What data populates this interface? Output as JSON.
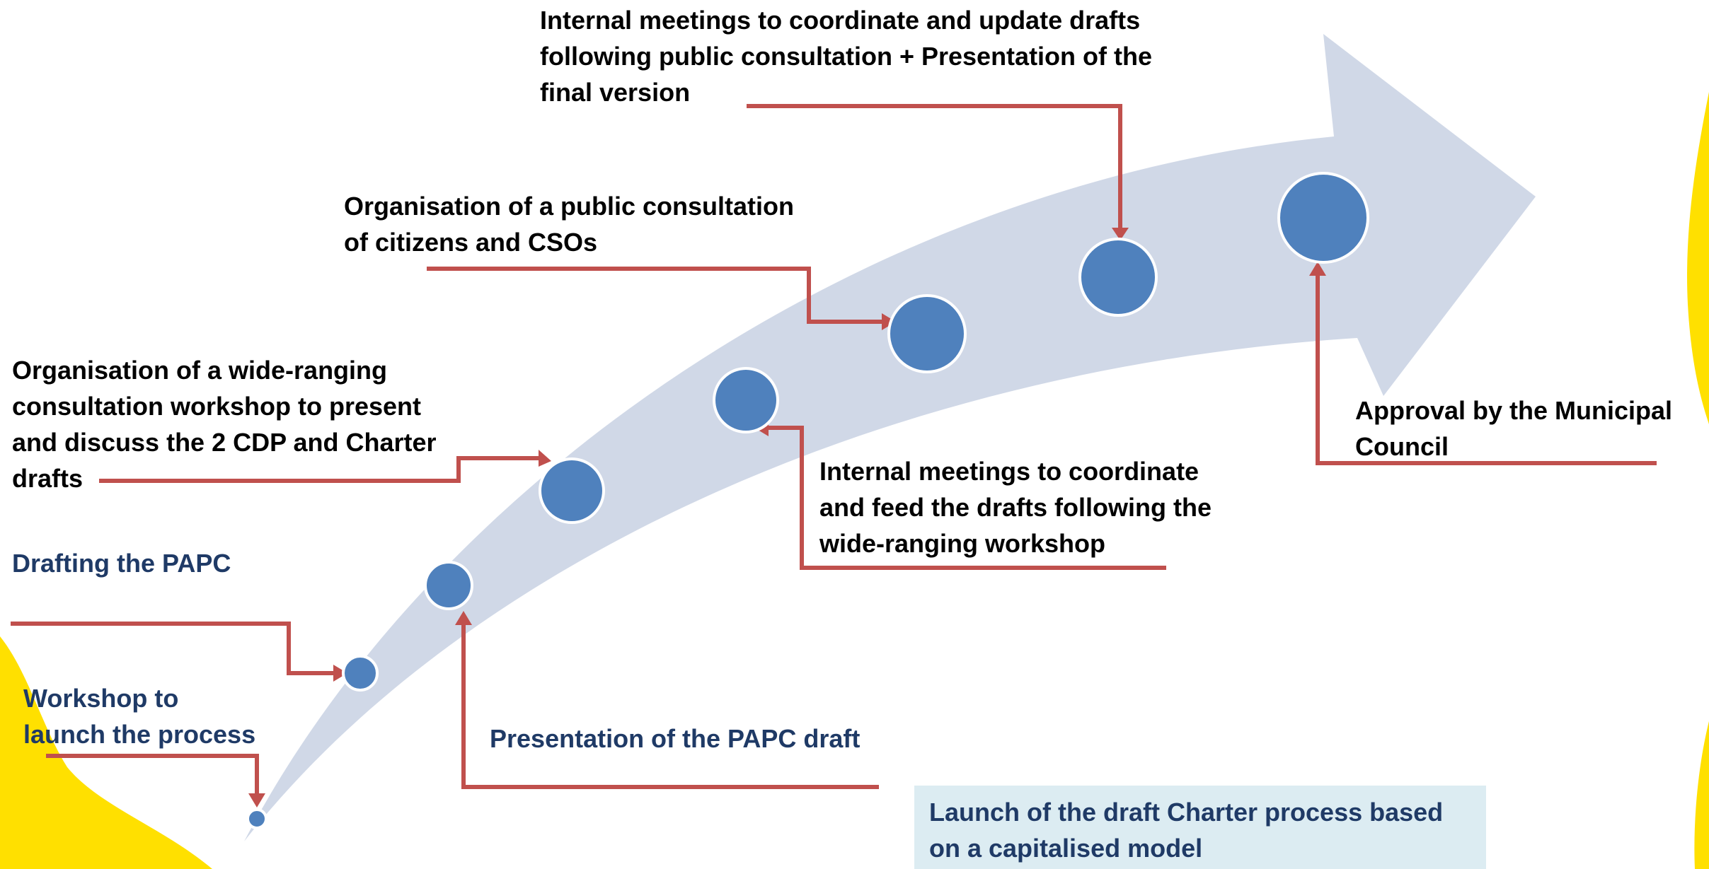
{
  "colors": {
    "arrow_fill": "#d0d8e7",
    "node_fill": "#4f81bd",
    "node_stroke": "#ffffff",
    "connector": "#c0504d",
    "yellow_accent": "#ffe000",
    "label_dark": "#000000",
    "label_navy": "#1f3a66",
    "box_fill": "#dcecf2"
  },
  "labels": {
    "final_meetings": [
      "Internal meetings to coordinate and update drafts",
      "following public consultation + Presentation of the",
      "final version"
    ],
    "public_consultation": [
      "Organisation of a public consultation",
      "of citizens and CSOs"
    ],
    "wide_workshop": [
      "Organisation of a wide-ranging",
      "consultation workshop to present",
      "and discuss the 2 CDP and Charter",
      "drafts"
    ],
    "approval": [
      "Approval by the Municipal",
      "Council"
    ],
    "internal_feed": [
      "Internal meetings to coordinate",
      "and feed the drafts following the",
      "wide-ranging workshop"
    ],
    "drafting": [
      "Drafting the PAPC"
    ],
    "launch_workshop": [
      "Workshop to",
      "launch the process"
    ],
    "presentation_draft": [
      "Presentation of the PAPC draft"
    ],
    "charter_launch": [
      "Launch of the draft Charter process based",
      "on a capitalised model"
    ]
  }
}
